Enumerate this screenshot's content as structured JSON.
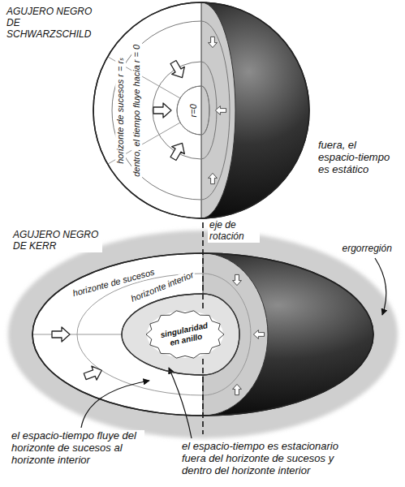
{
  "diagram": {
    "nodes": [
      {
        "text": [
          "horizonte de sucesos r = rₛ",
          "dentro, el tiempo fluye hacia r = 0"
        ]
      },
      {
        "text": [
          "r=0"
        ],
        "in": 0
      },
      {
        "text": [
          "ergorregión"
        ]
      },
      {
        "text": [
          "horizonte de sucesos"
        ],
        "in": 2
      },
      {
        "text": [
          "horizonte interior"
        ],
        "in": 3
      },
      {
        "text": [
          "singularidad en anillo"
        ],
        "in": 4
      }
    ],
    "labels": [
      "AGUJERO NEGRO DE SCHWARZSCHILD",
      "fuera, el espacio-tiempo es estático",
      "eje de rotación",
      "AGUJERO NEGRO DE KERR",
      "el espacio-tiempo fluye del horizonte de sucesos al horizonte interior",
      "el espacio-tiempo es estacionario fuera del horizonte de sucesos y dentro del horizonte interior"
    ]
  }
}
